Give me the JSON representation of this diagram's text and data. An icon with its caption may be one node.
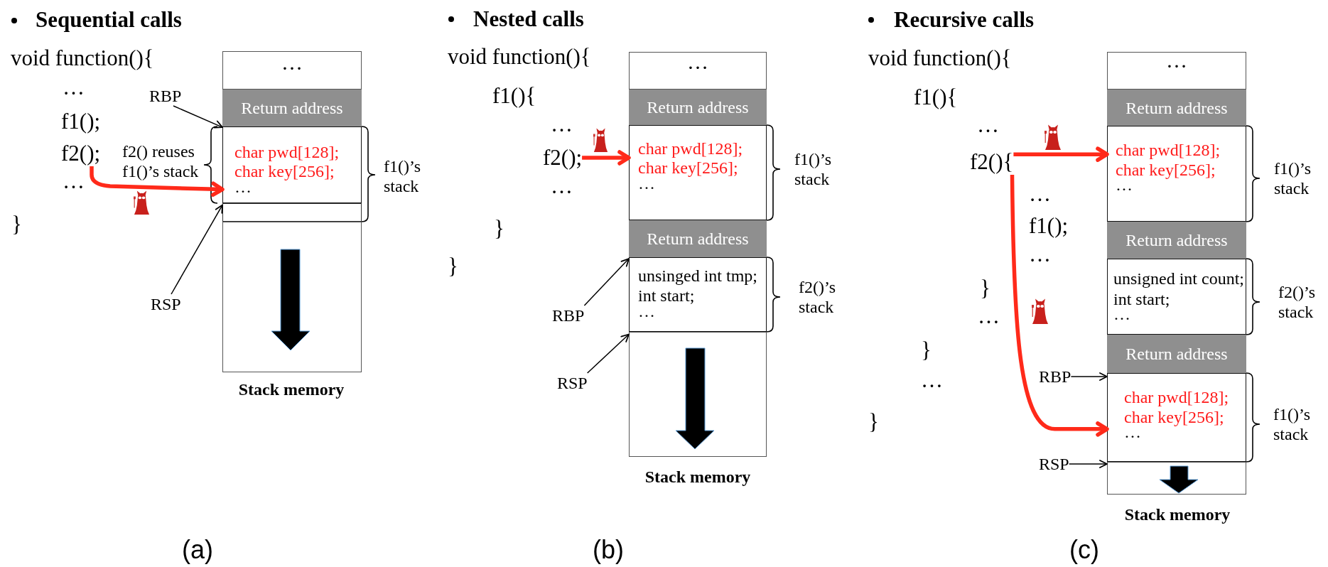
{
  "diagram": {
    "nodes": [
      {
        "text": [
          "f2();"
        ]
      },
      {
        "text": [
          "RBP"
        ]
      },
      {
        "text": [
          "RSP"
        ]
      },
      {
        "text": [],
        "shape": "box",
        "beside": [
          "Stack memory"
        ]
      },
      {
        "text": [
          "…"
        ],
        "in": 3
      },
      {
        "text": [
          "Return address"
        ],
        "in": 3
      },
      {
        "text": [
          "char pwd[128];",
          "char key[256];",
          "…"
        ],
        "in": 3,
        "beside": [
          "f2() reuses f1()’s stack",
          "f1()’s stack"
        ]
      },
      {
        "text": [],
        "shape": "box",
        "in": 3
      },
      {
        "text": [],
        "shape": "box",
        "in": 3
      },
      {
        "text": [
          "f2();"
        ]
      },
      {
        "text": [
          "RBP"
        ]
      },
      {
        "text": [
          "RSP"
        ]
      },
      {
        "text": [],
        "shape": "box",
        "beside": [
          "Stack memory"
        ]
      },
      {
        "text": [
          "…"
        ],
        "in": 12
      },
      {
        "text": [
          "Return address"
        ],
        "in": 12
      },
      {
        "text": [
          "char pwd[128];",
          "char key[256];",
          "…"
        ],
        "in": 12,
        "beside": [
          "f1()’s stack"
        ]
      },
      {
        "text": [
          "Return address"
        ],
        "in": 12
      },
      {
        "text": [
          "unsinged int tmp;",
          "int start;",
          "…"
        ],
        "in": 12,
        "beside": [
          "f2()’s stack"
        ]
      },
      {
        "text": [],
        "shape": "box",
        "in": 12
      },
      {
        "text": [
          "f2(){"
        ]
      },
      {
        "text": [
          "RBP"
        ]
      },
      {
        "text": [
          "RSP"
        ]
      },
      {
        "text": [],
        "shape": "box",
        "beside": [
          "Stack memory"
        ]
      },
      {
        "text": [
          "…"
        ],
        "in": 22
      },
      {
        "text": [
          "Return address"
        ],
        "in": 22
      },
      {
        "text": [
          "char pwd[128];",
          "char key[256];",
          "…"
        ],
        "in": 22,
        "beside": [
          "f1()’s stack"
        ]
      },
      {
        "text": [
          "Return address"
        ],
        "in": 22
      },
      {
        "text": [
          "unsigned int count;",
          "int start;",
          "…"
        ],
        "in": 22,
        "beside": [
          "f2()’s stack"
        ]
      },
      {
        "text": [
          "Return address"
        ],
        "in": 22
      },
      {
        "text": [
          "char pwd[128];",
          "char key[256];",
          "…"
        ],
        "in": 22,
        "beside": [
          "f1()’s stack"
        ]
      },
      {
        "text": [],
        "shape": "box",
        "in": 22
      }
    ],
    "edges": [
      {
        "from": 0,
        "to": 6,
        "arrow": "to",
        "style": "thick",
        "color": "#ff2a1a"
      },
      {
        "from": 1,
        "to": 6,
        "arrow": "to"
      },
      {
        "from": 2,
        "to": 7,
        "arrow": "to"
      },
      {
        "from": 9,
        "to": 15,
        "arrow": "to",
        "style": "thick",
        "color": "#ff2a1a"
      },
      {
        "from": 10,
        "to": 17,
        "arrow": "to"
      },
      {
        "from": 11,
        "to": 18,
        "arrow": "to"
      },
      {
        "from": 19,
        "to": 25,
        "arrow": "to",
        "style": "thick",
        "color": "#ff2a1a"
      },
      {
        "from": 19,
        "to": 29,
        "arrow": "to",
        "style": "thick",
        "color": "#ff2a1a"
      },
      {
        "from": 20,
        "to": 29,
        "arrow": "to"
      },
      {
        "from": 21,
        "to": 30,
        "arrow": "to"
      }
    ],
    "labels": [
      "Sequential calls",
      "void function(){",
      "…",
      "f1();",
      "…",
      "}",
      "Nested calls",
      "void function(){",
      "f1(){",
      "…",
      "…",
      "}",
      "}",
      "Recursive calls",
      "void function(){",
      "f1(){",
      "…",
      "…",
      "f1();",
      "…",
      "}",
      "…",
      "}",
      "…",
      "}",
      "(a)",
      "(b)",
      "(c)"
    ]
  }
}
